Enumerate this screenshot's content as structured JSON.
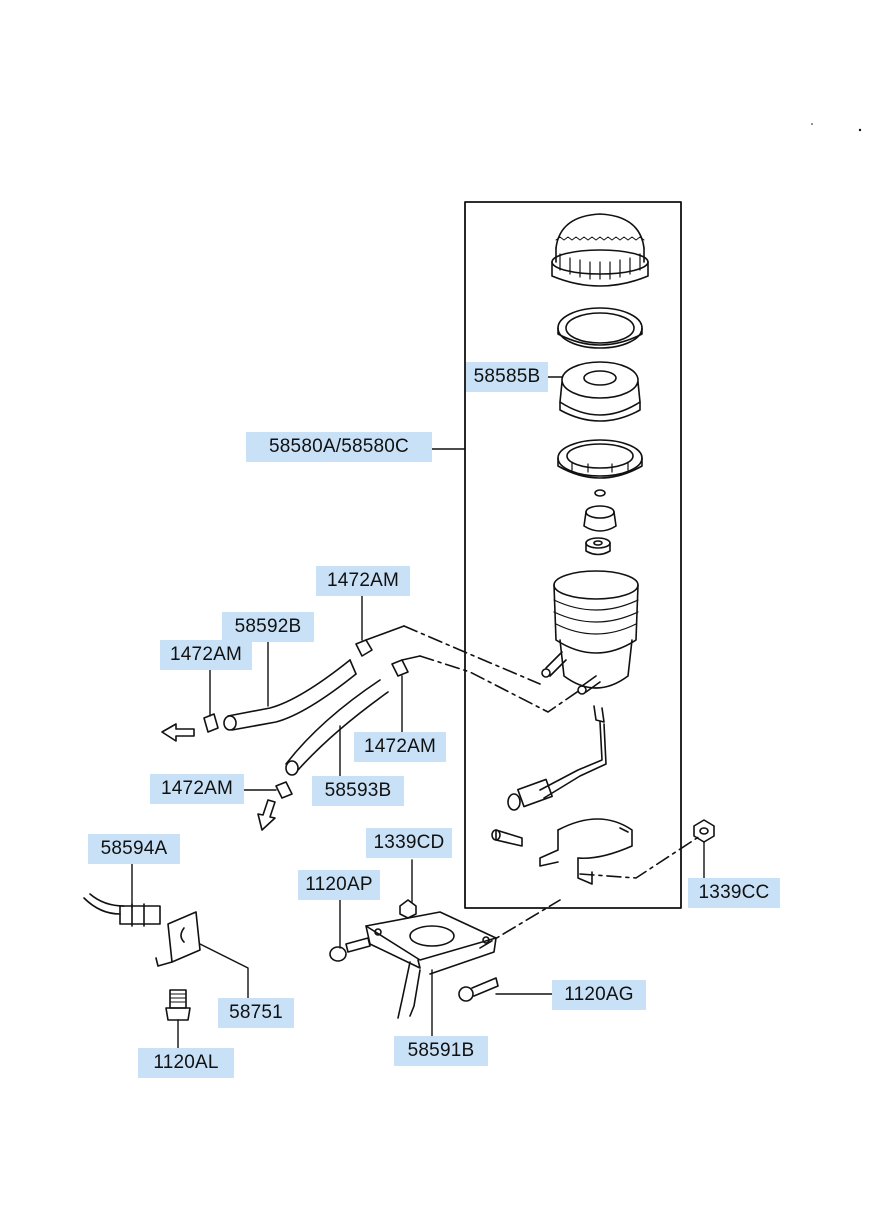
{
  "labels": {
    "p58585B": "58585B",
    "p58580A": "58580A/58580C",
    "p1472AM_top": "1472AM",
    "p58592B": "58592B",
    "p1472AM_left": "1472AM",
    "p1472AM_mid": "1472AM",
    "p1472AM_bottom": "1472AM",
    "p58593B": "58593B",
    "p58594A": "58594A",
    "p1339CD": "1339CD",
    "p1120AP": "1120AP",
    "p1339CC": "1339CC",
    "p1120AG": "1120AG",
    "p58751": "58751",
    "p58591B": "58591B",
    "p1120AL": "1120AL"
  },
  "colors": {
    "label_background": "#c9e1f7",
    "line": "#111111"
  }
}
